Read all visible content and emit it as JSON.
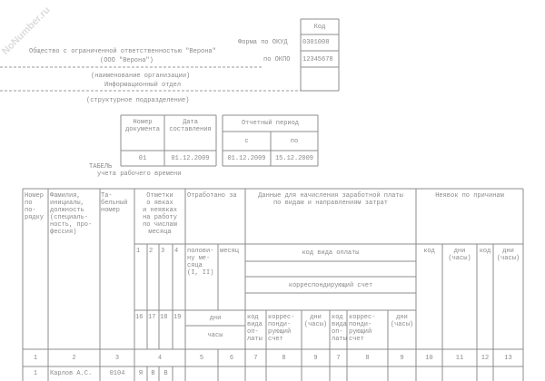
{
  "watermark": "NoNumber.ru",
  "codes": {
    "header": "Код",
    "okud_label": "Форма по ОКУД",
    "okud": "0301008",
    "okpo_label": "по ОКПО",
    "okpo": "12345678"
  },
  "org": {
    "name": "Общество с ограниченной ответственностью \"Верона\"",
    "short": "(ООО \"Верона\")",
    "caption": "(наименование организации)",
    "department": "Информационный отдел",
    "department_caption": "(структурное подразделение)"
  },
  "doc": {
    "number_label": "Номер\nдокумента",
    "date_label": "Дата\nсоставления",
    "number": "01",
    "date": "01.12.2009",
    "period_label": "Отчетный период",
    "from_label": "с",
    "to_label": "по",
    "from": "01.12.2009",
    "to": "15.12.2009"
  },
  "title": {
    "main": "ТАБЕЛЬ",
    "sub": "учета рабочего времени"
  },
  "table": {
    "h_num": "Номер\nпо\nпо-\nрядку",
    "h_name": "Фамилия,\nинициалы,\nдолжность\n(специаль-\nность, про-\nфессия)",
    "h_tab": "Та-\nбельный\nномер",
    "h_marks": "Отметки\nо явках\nи неявках\nна работу\nпо числам\nмесяца",
    "h_worked": "Отработано за",
    "h_pay": "Данные для начисления заработной платы\nпо видам и направлениям затрат",
    "h_absent": "Неявок по причинам",
    "days_top": [
      "1",
      "2",
      "3",
      "4"
    ],
    "days_bottom": [
      "16",
      "17",
      "18",
      "19"
    ],
    "half": "полови-\nну ме-\nсяца\n(I, II)",
    "month": "месяц",
    "days": "дни",
    "hours": "часы",
    "pay_code": "код вида оплаты",
    "corr": "корреспондирующий счет",
    "sub_code": "код\nвида\nоп-\nлаты",
    "sub_corr": "коррес-\nпонди-\nрующий\nсчет",
    "sub_days": "дни\n(часы)",
    "abs_code": "код",
    "abs_days": "дни\n(часы)",
    "col_numbers": [
      "1",
      "2",
      "3",
      "4",
      "5",
      "6",
      "7",
      "8",
      "9",
      "7",
      "8",
      "9",
      "10",
      "11",
      "12",
      "13"
    ],
    "rows": [
      {
        "num": "1",
        "name": "Карлов А.С.",
        "tab": "0104",
        "marks": [
          "Я",
          "В",
          "В",
          ""
        ]
      }
    ]
  }
}
